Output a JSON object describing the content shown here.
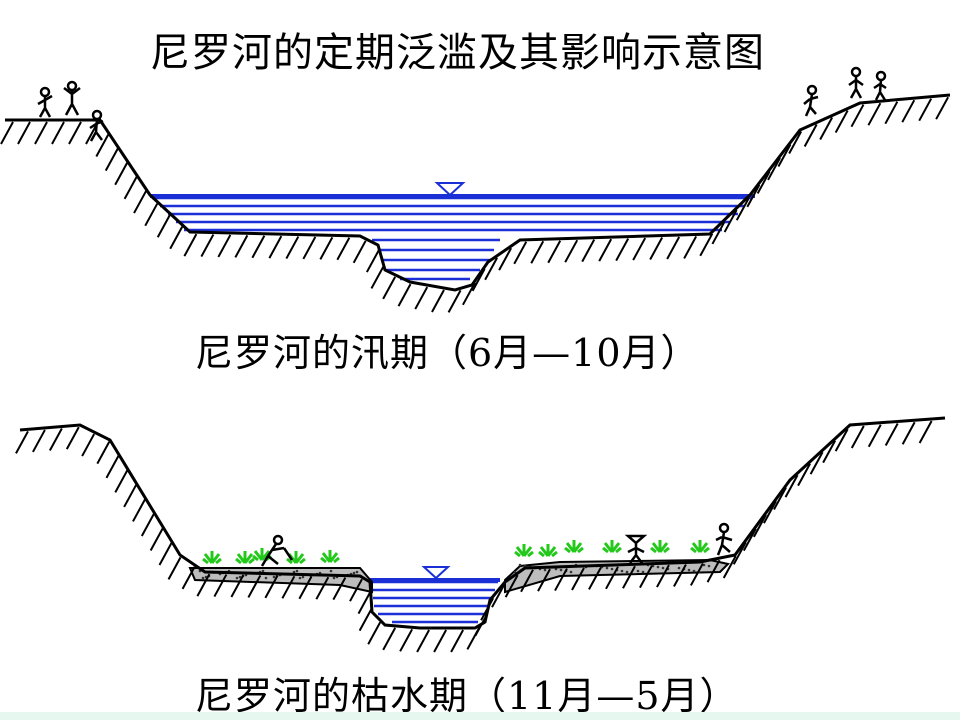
{
  "title": "尼罗河的定期泛滥及其影响示意图",
  "flood_caption": "尼罗河的汛期（6月—10月）",
  "dry_caption": "尼罗河的枯水期（11月—5月）",
  "colors": {
    "water": "#1a2fd6",
    "vegetation": "#22c91a",
    "ground": "#000000",
    "silt": "#8a8a8a"
  },
  "icons": [
    "water-level-icon",
    "person-icon",
    "plant-icon"
  ]
}
